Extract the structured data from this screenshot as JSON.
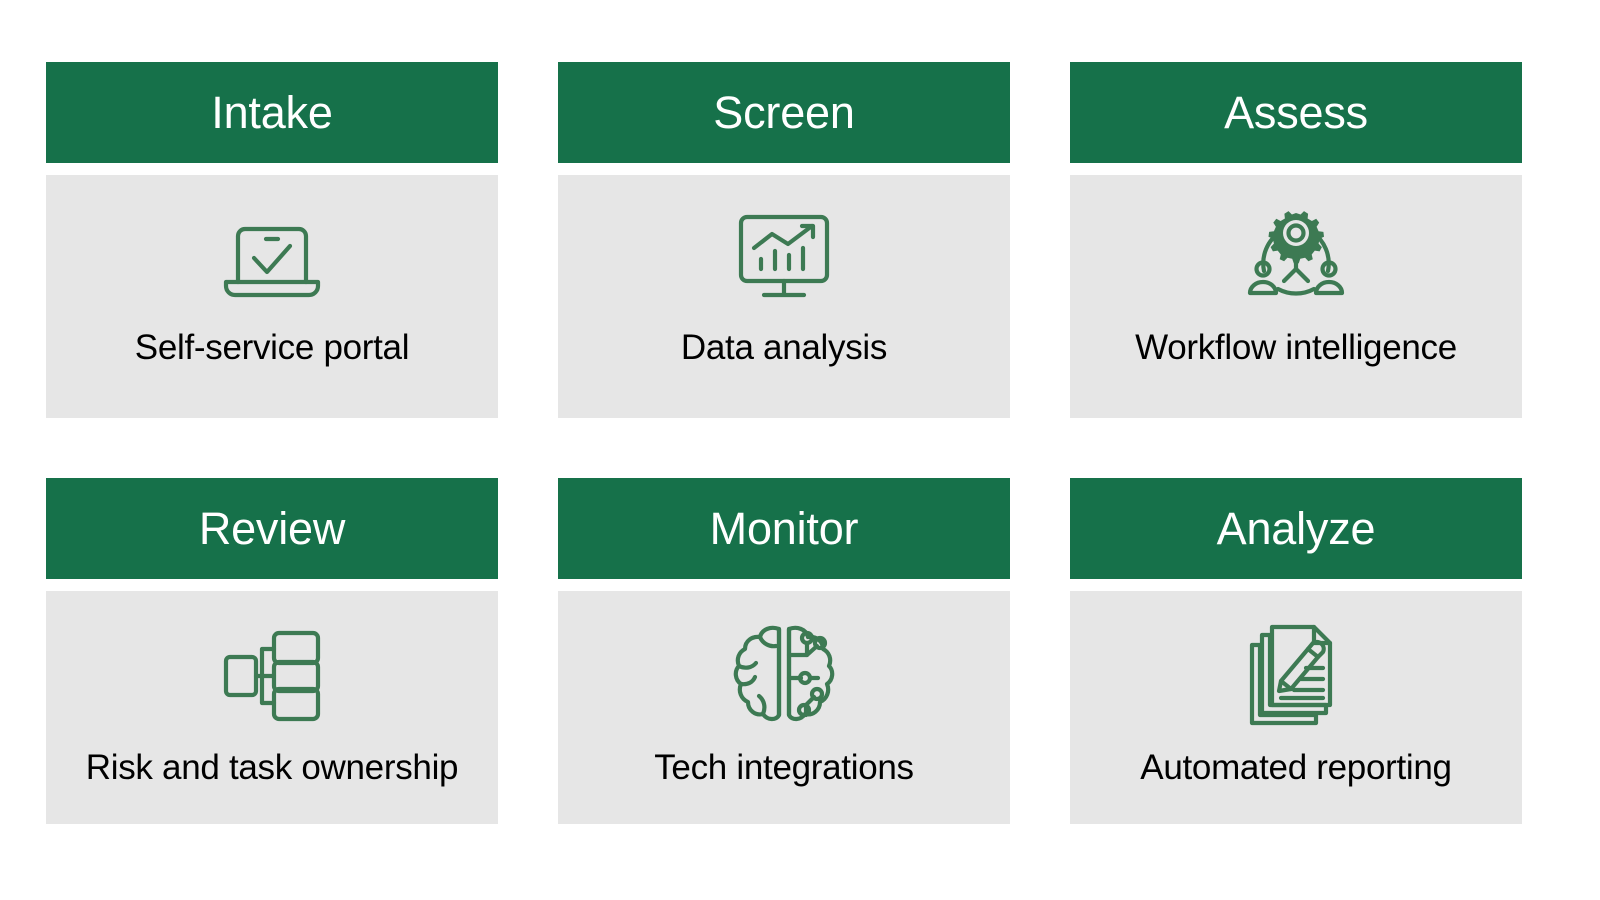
{
  "page": {
    "background_color": "#ffffff",
    "header_color": "#16714a",
    "body_color": "#e6e6e6",
    "icon_color": "#3d7a53",
    "caption_color": "#000000",
    "title_color": "#ffffff"
  },
  "cards": [
    {
      "title": "Intake",
      "caption": "Self-service portal",
      "icon": "laptop-check-icon"
    },
    {
      "title": "Screen",
      "caption": "Data analysis",
      "icon": "monitor-chart-icon"
    },
    {
      "title": "Assess",
      "caption": "Workflow intelligence",
      "icon": "gear-people-network-icon"
    },
    {
      "title": "Review",
      "caption": "Risk and task ownership",
      "icon": "hierarchy-branch-icon"
    },
    {
      "title": "Monitor",
      "caption": "Tech integrations",
      "icon": "brain-circuit-icon"
    },
    {
      "title": "Analyze",
      "caption": "Automated reporting",
      "icon": "documents-pencil-icon"
    }
  ]
}
